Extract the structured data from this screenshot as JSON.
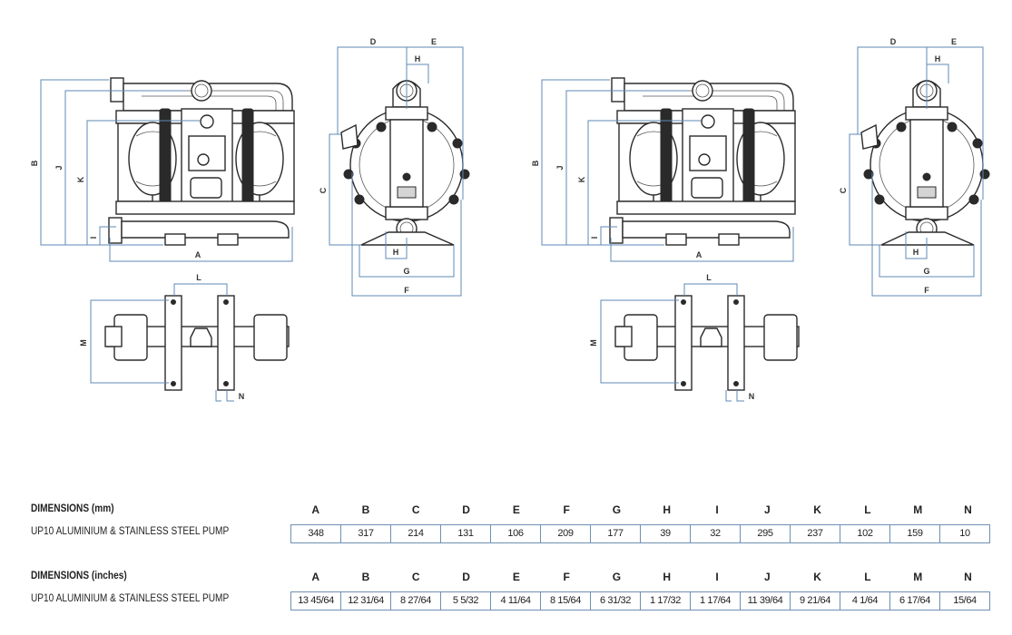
{
  "drawing_labels": {
    "A": "A",
    "B": "B",
    "C": "C",
    "D": "D",
    "E": "E",
    "F": "F",
    "G": "G",
    "H": "H",
    "I": "I",
    "J": "J",
    "K": "K",
    "L": "L",
    "M": "M",
    "N": "N"
  },
  "tables": [
    {
      "title": "DIMENSIONS (mm)",
      "row_label": "UP10 ALUMINIUM & STAINLESS STEEL PUMP",
      "headers": [
        "A",
        "B",
        "C",
        "D",
        "E",
        "F",
        "G",
        "H",
        "I",
        "J",
        "K",
        "L",
        "M",
        "N"
      ],
      "values": [
        "348",
        "317",
        "214",
        "131",
        "106",
        "209",
        "177",
        "39",
        "32",
        "295",
        "237",
        "102",
        "159",
        "10"
      ]
    },
    {
      "title": "DIMENSIONS (inches)",
      "row_label": "UP10 ALUMINIUM & STAINLESS STEEL PUMP",
      "headers": [
        "A",
        "B",
        "C",
        "D",
        "E",
        "F",
        "G",
        "H",
        "I",
        "J",
        "K",
        "L",
        "M",
        "N"
      ],
      "values": [
        "13 45/64",
        "12 31/64",
        "8 27/64",
        "5 5/32",
        "4 11/64",
        "8 15/64",
        "6 31/32",
        "1 17/32",
        "1 17/64",
        "11 39/64",
        "9 21/64",
        "4 1/64",
        "6 17/64",
        "15/64"
      ]
    }
  ],
  "colors": {
    "dimension_line": "#5f88b5",
    "table_border": "#6f8fb2"
  }
}
